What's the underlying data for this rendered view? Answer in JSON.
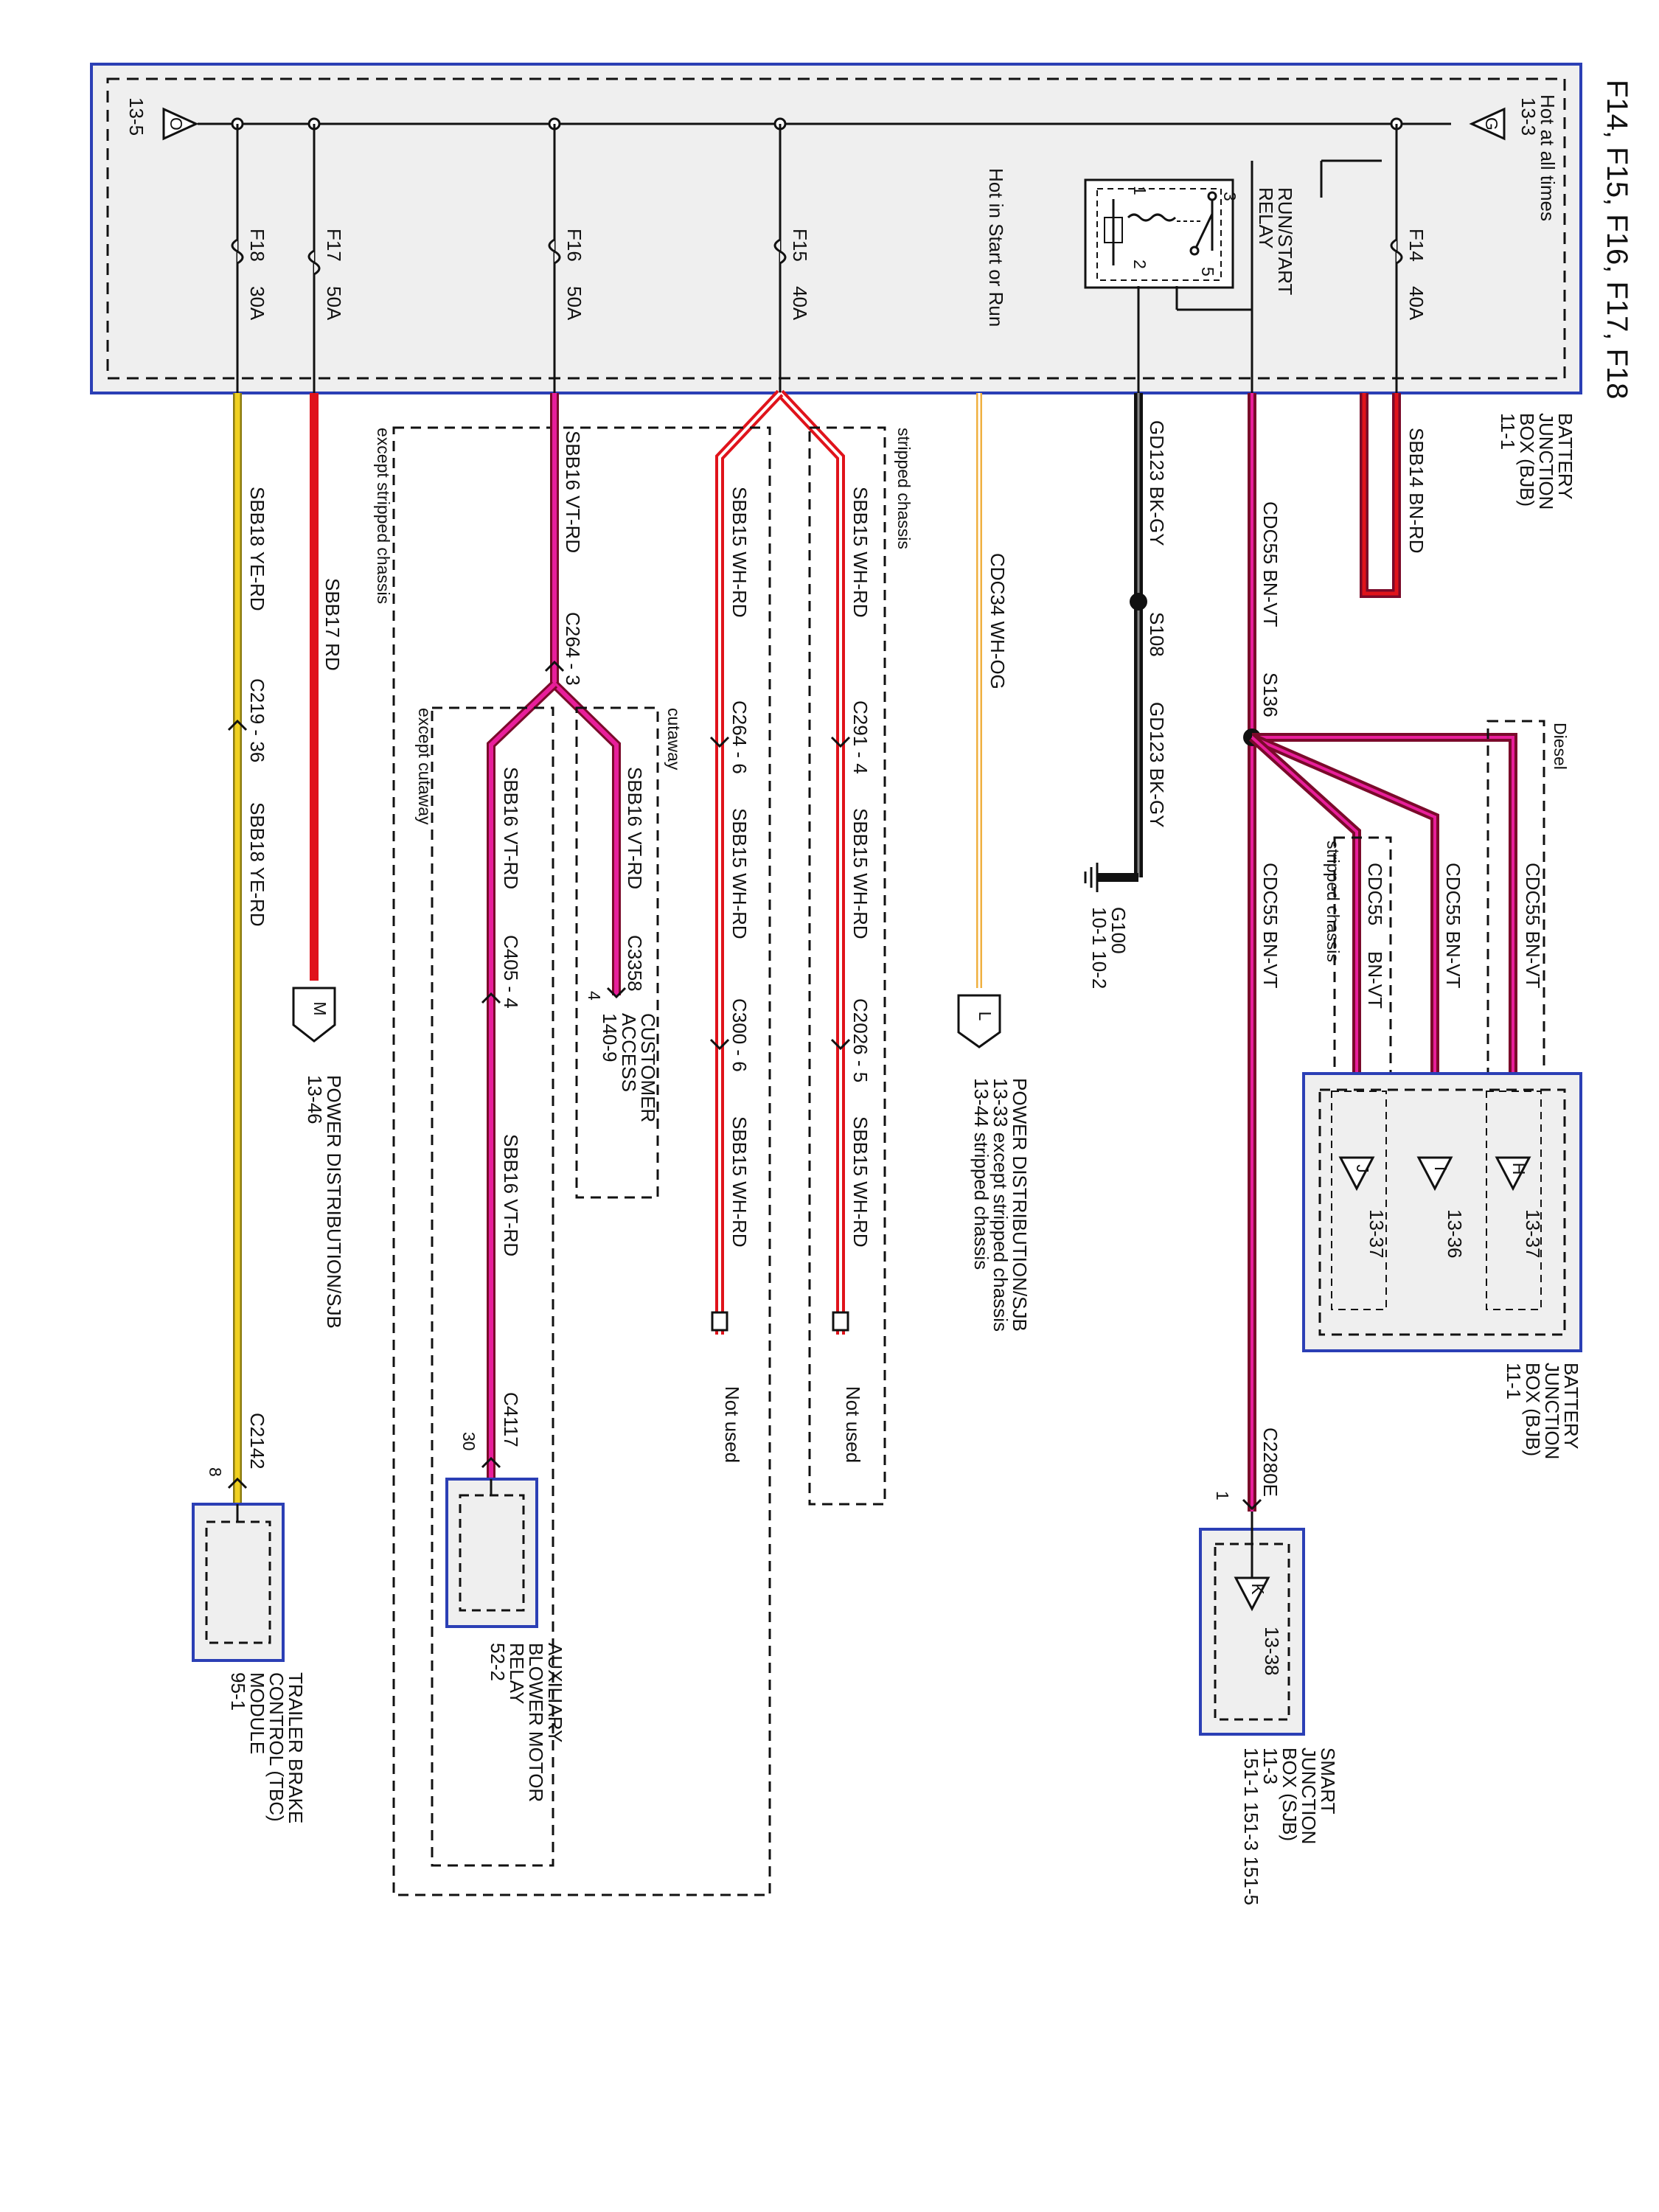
{
  "title": "F14, F15, F16, F17, F18",
  "colors": {
    "box_border": "#2b3fb5",
    "box_fill": "#efefef",
    "black": "#111111",
    "red": "#e0131b",
    "pink": "#e81e9b",
    "dark_red": "#7a0a2a",
    "yellow": "#f0d020",
    "orange": "#f0b040",
    "white": "#ffffff",
    "gray": "#888888"
  },
  "bjb": {
    "name": "BATTERY JUNCTION BOX (BJB)",
    "name_lines": [
      "BATTERY",
      "JUNCTION",
      "BOX (BJB)"
    ],
    "ref": "11-1",
    "hot_at_all_times": "Hot at all times",
    "hot_in_start_or_run": "Hot in Start or Run",
    "ref_g": "13-3",
    "ref_o": "13-5",
    "letter_g": "G",
    "letter_o": "O",
    "relay": {
      "name_lines": [
        "RUN/START",
        "RELAY"
      ],
      "pins": [
        "1",
        "2",
        "3",
        "5"
      ]
    }
  },
  "fuses": [
    {
      "id": "F14",
      "rating": "40A"
    },
    {
      "id": "F15",
      "rating": "40A"
    },
    {
      "id": "F16",
      "rating": "50A"
    },
    {
      "id": "F17",
      "rating": "50A"
    },
    {
      "id": "F18",
      "rating": "30A"
    }
  ],
  "wires": {
    "sbb14": "SBB14  BN-RD",
    "cdc55": "CDC55  BN-VT",
    "gd123": "GD123  BK-GY",
    "cdc34": "CDC34  WH-OG",
    "sbb15": "SBB15  WH-RD",
    "sbb16": "SBB16  VT-RD",
    "sbb17": "SBB17  RD",
    "sbb18": "SBB18  YE-RD",
    "cdc55_short": "CDC55",
    "bn_vt": "BN-VT"
  },
  "splices": {
    "s108": "S108",
    "s136": "S136"
  },
  "connectors": {
    "c291": "C291 - 4",
    "c2026": "C2026 - 5",
    "c264_6": "C264 - 6",
    "c300": "C300 - 6",
    "c264_3": "C264 - 3",
    "c3358": "C3358",
    "c3358_pin": "4",
    "c405": "C405 - 4",
    "c4117": "C4117",
    "c4117_pin": "30",
    "c219": "C219 - 36",
    "c2142": "C2142",
    "c2142_pin": "8",
    "c2280e": "C2280E",
    "c2280e_pin": "1"
  },
  "conditions": {
    "stripped_chassis": "stripped chassis",
    "except_stripped_chassis": "except stripped chassis",
    "cutaway": "cutaway",
    "except_cutaway": "except cutaway",
    "diesel": "Diesel"
  },
  "ground": {
    "id": "G100",
    "refs": "10-1  10-2"
  },
  "not_used": "Not used",
  "bjb_lower": {
    "name_lines": [
      "BATTERY",
      "JUNCTION",
      "BOX (BJB)"
    ],
    "ref": "11-1",
    "terminals": [
      {
        "letter": "H",
        "ref": "13-37"
      },
      {
        "letter": "I",
        "ref": "13-36"
      },
      {
        "letter": "J",
        "ref": "13-37"
      }
    ]
  },
  "power_dist_l": {
    "letter": "L",
    "name": "POWER DISTRIBUTION/SJB",
    "ref1": "13-33  except stripped chassis",
    "ref2": "13-44  stripped chassis"
  },
  "power_dist_m": {
    "letter": "M",
    "name": "POWER DISTRIBUTION/SJB",
    "ref": "13-46"
  },
  "customer_access": {
    "name_lines": [
      "CUSTOMER",
      "ACCESS"
    ],
    "ref": "140-9"
  },
  "sjb": {
    "letter": "K",
    "ref_inner": "13-38",
    "name_lines": [
      "SMART",
      "JUNCTION",
      "BOX (SJB)"
    ],
    "ref1": "11-3",
    "ref2": "151-1   151-3   151-5"
  },
  "blower_relay": {
    "name_lines": [
      "AUXILIARY",
      "BLOWER MOTOR",
      "RELAY"
    ],
    "ref": "52-2"
  },
  "tbc": {
    "name_lines": [
      "TRAILER BRAKE",
      "CONTROL (TBC)",
      "MODULE"
    ],
    "ref": "95-1"
  }
}
